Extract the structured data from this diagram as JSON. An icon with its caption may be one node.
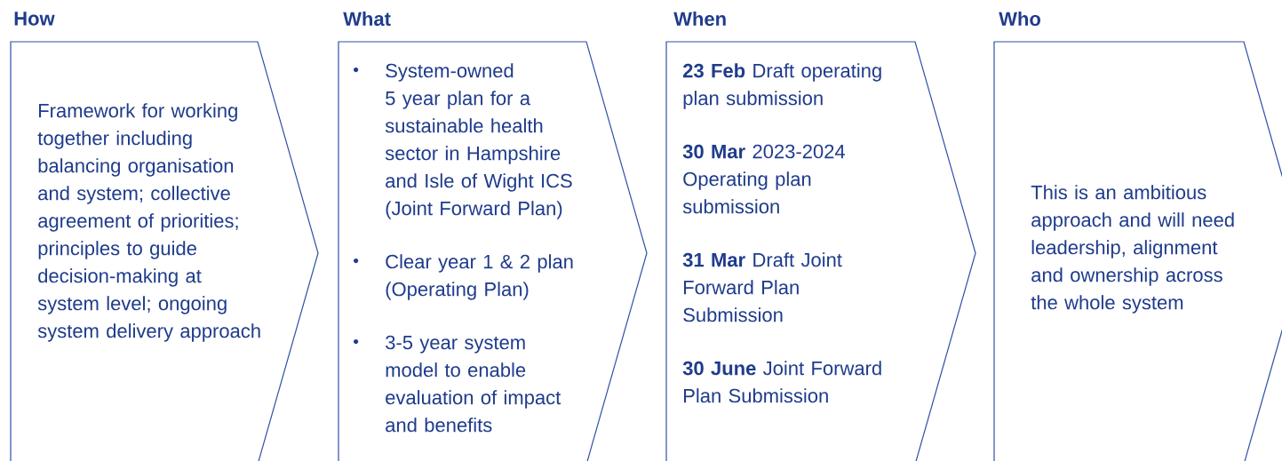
{
  "diagram": {
    "nodes": [
      {
        "text": [
          "How",
          "Framework for working together including balancing organisation and system; collective agreement of priorities; principles to guide decision-making at system level; ongoing system delivery approach"
        ]
      },
      {
        "text": [
          "What",
          "System-owned 5 year plan for a sustainable health sector in Hampshire and Isle of Wight ICS (Joint Forward Plan)",
          "Clear year 1 & 2 plan (Operating Plan)",
          "3-5 year system model to enable evaluation of impact and benefits"
        ]
      },
      {
        "text": [
          "When",
          "**23 Feb** Draft operating plan submission",
          "**30 Mar** 2023-2024 Operating plan submission",
          "**31 Mar** Draft Joint Forward Plan Submission",
          "**30 June** Joint Forward Plan Submission"
        ]
      },
      {
        "text": [
          "Who",
          "This is an ambitious approach and will need leadership, alignment and ownership across the whole system"
        ]
      }
    ]
  }
}
